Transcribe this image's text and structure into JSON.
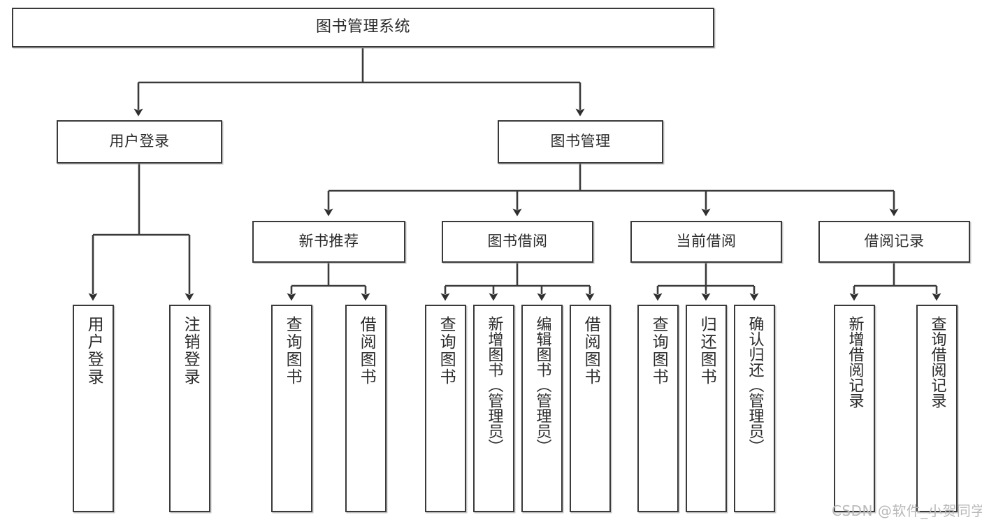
{
  "diagram": {
    "type": "hierarchy-tree",
    "title": "图书管理系统",
    "watermark": "CSDN @软件_小贺同学",
    "colors": {
      "stroke": "#3a3a3a",
      "fill": "#ffffff",
      "text": "#2b2b2b",
      "watermark": "#b9b9b9"
    },
    "nodes": {
      "root": {
        "label": "图书管理系统"
      },
      "level1": [
        {
          "id": "user-login",
          "label": "用户登录"
        },
        {
          "id": "book-manage",
          "label": "图书管理"
        }
      ],
      "level2": [
        {
          "id": "new-book-recommend",
          "label": "新书推荐"
        },
        {
          "id": "book-borrow",
          "label": "图书借阅"
        },
        {
          "id": "current-borrow",
          "label": "当前借阅"
        },
        {
          "id": "borrow-record",
          "label": "借阅记录"
        }
      ],
      "leaves": {
        "user-login": [
          {
            "id": "leaf-user-login",
            "label": "用户登录"
          },
          {
            "id": "leaf-logout-login",
            "label": "注销登录"
          }
        ],
        "new-book-recommend": [
          {
            "id": "leaf-query-book-1",
            "label": "查询图书"
          },
          {
            "id": "leaf-borrow-book-1",
            "label": "借阅图书"
          }
        ],
        "book-borrow": [
          {
            "id": "leaf-query-book-2",
            "label": "查询图书"
          },
          {
            "id": "leaf-add-book-admin",
            "label": "新增图书（管理员）"
          },
          {
            "id": "leaf-edit-book-admin",
            "label": "编辑图书（管理员）"
          },
          {
            "id": "leaf-borrow-book-2",
            "label": "借阅图书"
          }
        ],
        "current-borrow": [
          {
            "id": "leaf-query-book-3",
            "label": "查询图书"
          },
          {
            "id": "leaf-return-book",
            "label": "归还图书"
          },
          {
            "id": "leaf-confirm-return-admin",
            "label": "确认归还（管理员）"
          }
        ],
        "borrow-record": [
          {
            "id": "leaf-add-borrow-record",
            "label": "新增借阅记录"
          },
          {
            "id": "leaf-query-borrow-record",
            "label": "查询借阅记录"
          }
        ]
      }
    }
  }
}
